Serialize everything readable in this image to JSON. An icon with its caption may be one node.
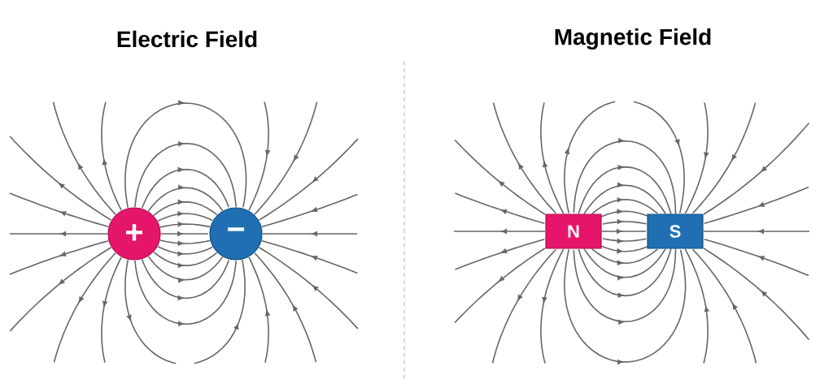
{
  "diagram": {
    "nodes": [
      {
        "text": [
          "+"
        ]
      },
      {
        "text": [
          "−"
        ]
      },
      {
        "text": [
          "N"
        ]
      },
      {
        "text": [
          "S"
        ]
      }
    ],
    "labels": [
      "Electric Field",
      "Magnetic Field"
    ]
  }
}
